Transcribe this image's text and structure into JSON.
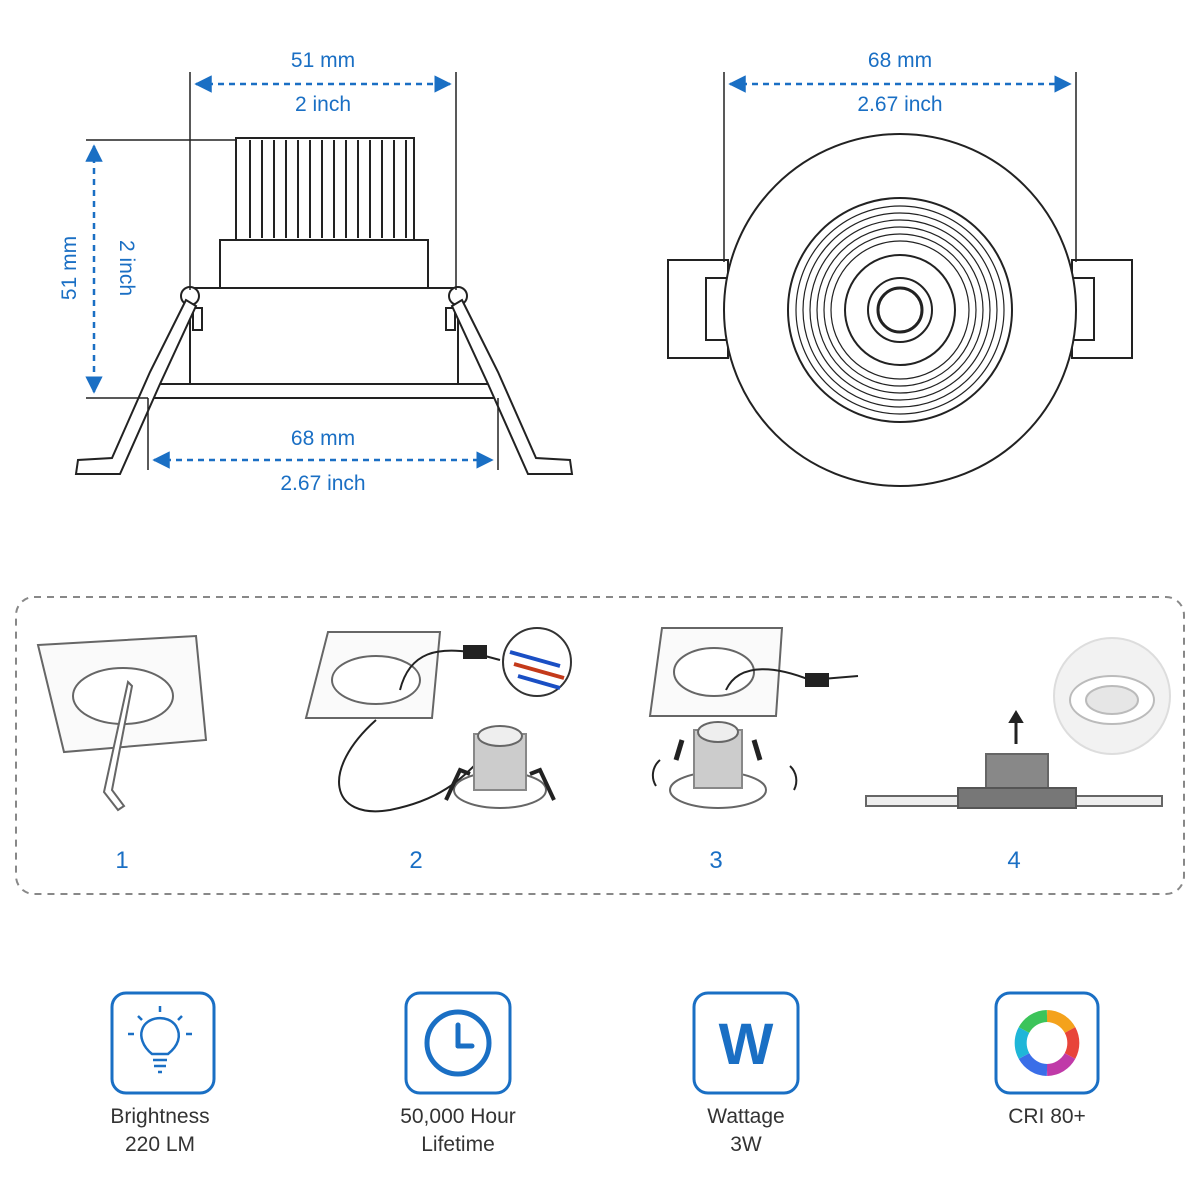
{
  "dimensions": {
    "side_view": {
      "top_width_mm": "51 mm",
      "top_width_inch": "2 inch",
      "height_mm": "51 mm",
      "height_inch": "2 inch",
      "bottom_width_mm": "68 mm",
      "bottom_width_inch": "2.67 inch"
    },
    "top_view": {
      "width_mm": "68 mm",
      "width_inch": "2.67 inch"
    }
  },
  "steps": [
    "1",
    "2",
    "3",
    "4"
  ],
  "features": [
    {
      "icon": "lightbulb-icon",
      "line1": "Brightness",
      "line2": "220 LM"
    },
    {
      "icon": "clock-icon",
      "line1": "50,000 Hour",
      "line2": "Lifetime"
    },
    {
      "icon": "wattage-w-icon",
      "line1": "Wattage",
      "line2": "3W"
    },
    {
      "icon": "color-ring-icon",
      "line1": "CRI 80+",
      "line2": ""
    }
  ],
  "colors": {
    "dimension": "#1a6fc4",
    "icon_border": "#1a6fc4",
    "line": "#222222"
  }
}
